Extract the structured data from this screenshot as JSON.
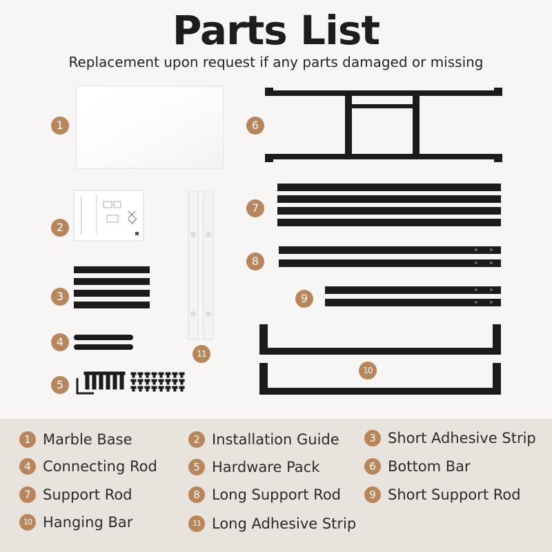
{
  "title": "Parts List",
  "subtitle": "Replacement upon request if any parts damaged or missing",
  "colors": {
    "badge": "#b8865a",
    "legend_bg": "#e8e3dd",
    "metal": "#1b1b1b",
    "marble": "#ffffff",
    "strip": "#f1f1f1"
  },
  "parts": [
    {
      "number": "1",
      "label": "Marble Base"
    },
    {
      "number": "2",
      "label": "Installation Guide"
    },
    {
      "number": "3",
      "label": "Short Adhesive Strip"
    },
    {
      "number": "4",
      "label": "Connecting Rod"
    },
    {
      "number": "5",
      "label": "Hardware Pack"
    },
    {
      "number": "6",
      "label": "Bottom Bar"
    },
    {
      "number": "7",
      "label": "Support Rod"
    },
    {
      "number": "8",
      "label": "Long Support Rod"
    },
    {
      "number": "9",
      "label": "Short Support Rod"
    },
    {
      "number": "10",
      "label": "Hanging Bar"
    },
    {
      "number": "11",
      "label": "Long Adhesive Strip"
    }
  ]
}
